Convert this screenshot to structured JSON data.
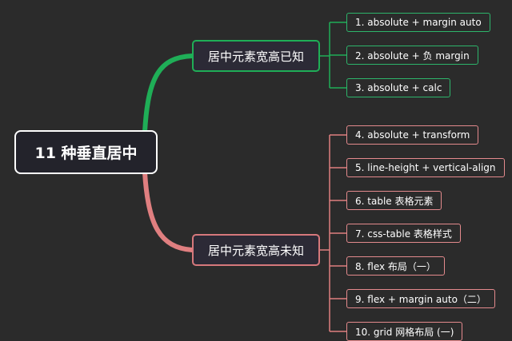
{
  "root": {
    "label": "11 种垂直居中"
  },
  "branches": [
    {
      "label": "居中元素宽高已知",
      "color": "#1fae57"
    },
    {
      "label": "居中元素宽高未知",
      "color": "#e07f80"
    }
  ],
  "leaves": [
    {
      "label": "1. absolute + margin auto",
      "branch": 0
    },
    {
      "label": "2. absolute + 负 margin",
      "branch": 0
    },
    {
      "label": "3. absolute + calc",
      "branch": 0
    },
    {
      "label": "4. absolute + transform",
      "branch": 1
    },
    {
      "label": "5. line-height + vertical-align",
      "branch": 1
    },
    {
      "label": "6. table 表格元素",
      "branch": 1
    },
    {
      "label": "7. css-table 表格样式",
      "branch": 1
    },
    {
      "label": "8. flex 布局（一）",
      "branch": 1
    },
    {
      "label": "9. flex + margin auto（二）",
      "branch": 1
    },
    {
      "label": "10. grid 网格布局 (一)",
      "branch": 1
    }
  ]
}
